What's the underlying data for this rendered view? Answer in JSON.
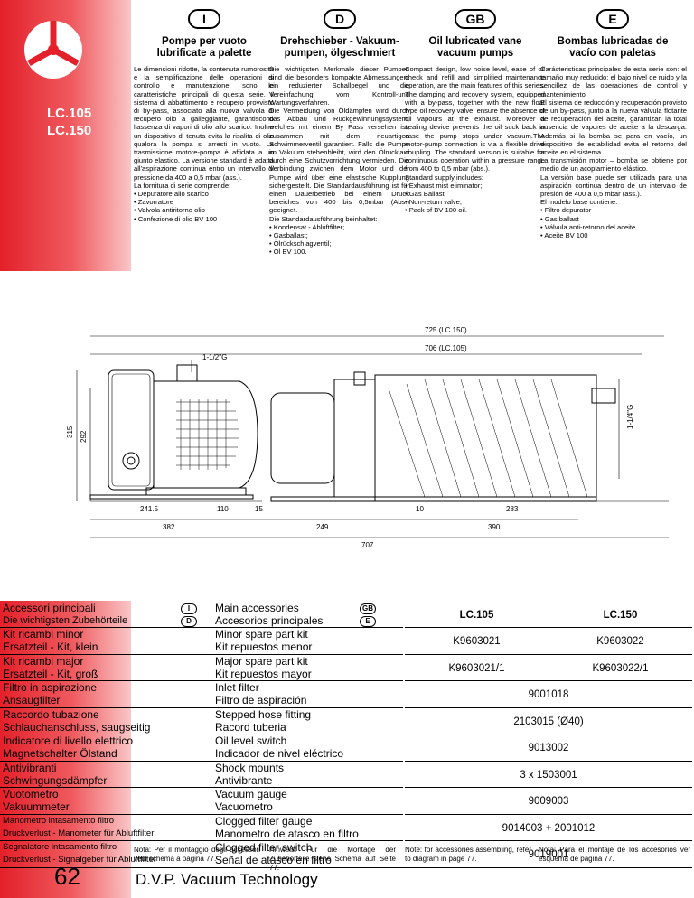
{
  "sidebar": {
    "models": [
      "LC.105",
      "LC.150"
    ]
  },
  "languages": [
    {
      "badge": "I",
      "title": [
        "Pompe per vuoto",
        "lubrificate a palette"
      ]
    },
    {
      "badge": "D",
      "title": [
        "Drehschieber - Vakuum-",
        "pumpen, ölgeschmiert"
      ]
    },
    {
      "badge": "GB",
      "title": [
        "Oil lubricated vane",
        "vacuum pumps"
      ]
    },
    {
      "badge": "E",
      "title": [
        "Bombas lubricadas de",
        "vacío con paletas"
      ]
    }
  ],
  "descriptions": {
    "it": [
      "Le dimensioni ridotte, la contenuta rumorosità e la semplificazione delle operazioni di controllo e manutenzione, sono le caratteristiche principali di questa serie. Il sistema di abbattimento e recupero provvisto di by-pass, associato alla nuova valvola di recupero olio a galleggiante, garantiscono l'assenza di vapori di olio allo scarico. Inoltre un dispositivo di tenuta evita la risalita di olio qualora la pompa si arresti in vuoto. La trasmissione motore-pompa è affidata a un giunto elastico. La versione standard è adatta all'aspirazione continua entro un intervallo di pressione da 400 a 0,5 mbar (ass.).",
      "La fornitura di serie comprende:",
      "• Depuratore allo scarico",
      "• Zavorratore",
      "• Valvola antiritorno olio",
      "• Confezione di olio BV 100"
    ],
    "de": [
      "Die wichtigsten Merkmale dieser Pumpen sind die besonders kompakte Abmessungen, ein reduzierter Schallpegel und die Vereinfachung vom Kontroll-und Wartungsverfahren.",
      "Die Vermeidung von Öldämpfen wird durch das Abbau und Rückgewinnungssystem, welches mit einem By Pass versehen ist, zusammen mit dem neuartigen Schwimmerventil garantiert. Falls die Pumpe im Vakuum stehenbleibt, wird den Ölrucklauf durch eine Schutzvorrichtung vermieden. Die Verbindung zwichen dem Motor und der Pumpe wird über eine elastische Kupplung sichergestellt. Die Standardausführung ist für einen Dauerbetrieb bei einem Druck bereiches von 400 bis 0,5mbar (Abs.) geeignet.",
      "Die Standardausführung beinhaltet:",
      "• Kondensat - Abluftfilter;",
      "• Gasballast;",
      "• Ölrückschlagventil;",
      "• Öl BV 100."
    ],
    "gb": [
      "Compact design, low noise level, ease of oil check and refill and simplified maintenance operation, are the main features of this series. The damping and recovery system, equipped with a by-pass, together with the new float type oil recovery valve, ensure the absence of oil vapours at the exhaust. Moreover a sealing device prevents the oil suck back in case the pump stops under vacuum.The motor-pump connection is via a flexible drive coupling. The standard version is suitable for continuous operation within a pressure range from 400 to 0,5 mbar (abs.).",
      "Standard supply includes:",
      "• Exhaust mist eliminator;",
      "• Gas Ballast;",
      "• Non-return valve;",
      "• Pack of BV 100 oil."
    ],
    "es": [
      "Carácteristicas principales de esta serie son: el tamaño muy reducido; el bajo nivel de ruido y la sencillez de las operaciones de control y mantenimiento",
      "El sistema de reducción y recuperación provisto de un by-pass, junto a la nueva válvula flotante de recuperación del aceite, garantizan la total ausencia de vapores de aceite a la descarga. Además si la bomba se para en vacío, un dispositivo de estabilidad evita el retorno del aceite en el sistema.",
      "La transmisión motor – bomba se obtiene por medio de un acoplamiento elástico.",
      "La versión base puede ser utilizada para una aspiración continua dentro de un intervalo de presión de 400 a 0,5 mbar (ass.).",
      "El modelo base contiene:",
      "• Filtro depurator",
      "• Gas ballast",
      "• Válvula anti-retorno del aceite",
      "• Aceite BV 100"
    ]
  },
  "dimensions": {
    "d725": "725 (LC.150)",
    "d706": "706 (LC.105)",
    "thread_in": "1-1/2\"G",
    "thread_out": "1-1/4\"G",
    "h315": "315",
    "h292": "292",
    "d241": "241.5",
    "d110": "110",
    "d15": "15",
    "d10": "10",
    "d283": "283",
    "d382": "382",
    "d249": "249",
    "d390": "390",
    "d707": "707"
  },
  "accessories": {
    "header": {
      "left1": "Accessori principali",
      "left2": "Die wichtigsten Zubehörteile",
      "right1": "Main accessories",
      "right2": "Accesorios principales",
      "badges_left": [
        "I",
        "D"
      ],
      "badges_right": [
        "GB",
        "E"
      ],
      "col1": "LC.105",
      "col2": "LC.150"
    },
    "rows": [
      {
        "it": "Kit ricambi minor",
        "de": "Ersatzteil - Kit, klein",
        "en": "Minor spare part kit",
        "es": "Kit repuestos menor",
        "v1": "K9603021",
        "v2": "K9603022"
      },
      {
        "it": "Kit ricambi major",
        "de": "Ersatzteil - Kit, groß",
        "en": "Major spare part kit",
        "es": "Kit repuestos mayor",
        "v1": "K9603021/1",
        "v2": "K9603022/1"
      },
      {
        "it": "Filtro in aspirazione",
        "de": "Ansaugfilter",
        "en": "Inlet filter",
        "es": "Filtro de aspiración",
        "v": "9001018"
      },
      {
        "it": "Raccordo tubazione",
        "de": "Schlauchanschluss, saugseitig",
        "en": "Stepped hose fitting",
        "es": "Racord tuberia",
        "v": "2103015 (Ø40)"
      },
      {
        "it": "Indicatore di livello elettrico",
        "de": "Magnetschalter Ölstand",
        "en": "Oil level switch",
        "es": "Indicador de nivel eléctrico",
        "v": "9013002"
      },
      {
        "it": "Antivibranti",
        "de": "Schwingungsdämpfer",
        "en": "Shock mounts",
        "es": "Antivibrante",
        "v": "3 x 1503001"
      },
      {
        "it": "Vuotometro",
        "de": "Vakuummeter",
        "en": "Vacuum gauge",
        "es": "Vacuometro",
        "v": "9009003"
      },
      {
        "it": "Manometro intasamento filtro",
        "de": "Druckverlust - Manometer für Abluftfilter",
        "en": "Clogged filter gauge",
        "es": "Manometro de atasco en filtro",
        "v": "9014003 + 2001012"
      },
      {
        "it": "Segnalatore intasamento filtro",
        "de": "Druckverlust - Signalgeber für Abluftfilter",
        "en": "Clogged filter switch",
        "es": "Señal de atasco en filtro",
        "v": "9019001"
      }
    ],
    "notes": {
      "it": "Nota: Per il montaggio degli accessori vedi schema a pagina 77.",
      "de": "Hinweis: Für die Montage der Zubehörteile siehe Schema auf Seite 77.",
      "en": "Note: for accessories assembling, refer to diagram in page 77.",
      "es": "Nota: Para el montaje de los accesorios ver esquema de página 77."
    }
  },
  "footer": {
    "page": "62",
    "company": "D.V.P. Vacuum Technology"
  }
}
